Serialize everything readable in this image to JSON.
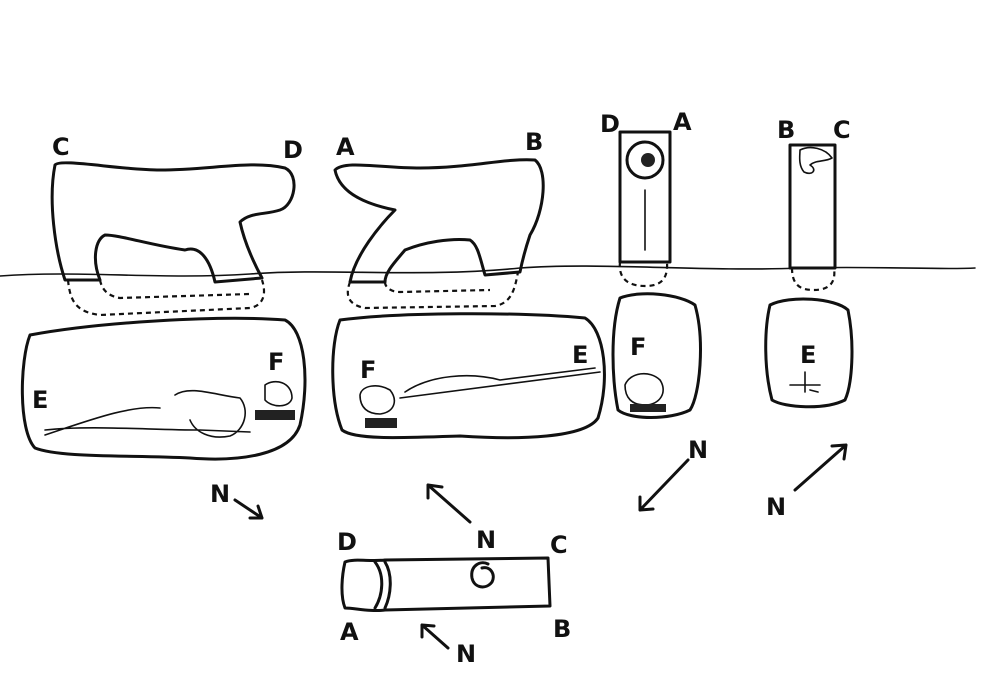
{
  "title": "Sketch of stone orientations and burials",
  "stones": [
    {
      "id": "stone-1",
      "left_label": "C",
      "right_label": "D"
    },
    {
      "id": "stone-2",
      "left_label": "A",
      "right_label": "B"
    },
    {
      "id": "stone-3",
      "left_label": "D",
      "right_label": "A"
    },
    {
      "id": "stone-4",
      "left_label": "B",
      "right_label": "C"
    }
  ],
  "graves": [
    {
      "id": "grave-1",
      "labels": [
        "E",
        "F"
      ]
    },
    {
      "id": "grave-2",
      "labels": [
        "F",
        "E"
      ]
    },
    {
      "id": "grave-3",
      "labels": [
        "F"
      ]
    },
    {
      "id": "grave-4",
      "labels": [
        "E"
      ]
    }
  ],
  "north_arrows": [
    "N",
    "N",
    "N",
    "N"
  ],
  "plan_stone": {
    "corners": {
      "top_left": "D",
      "top_right": "C",
      "bottom_left": "A",
      "bottom_right": "B"
    },
    "north_top": "N",
    "north_bottom": "N"
  }
}
